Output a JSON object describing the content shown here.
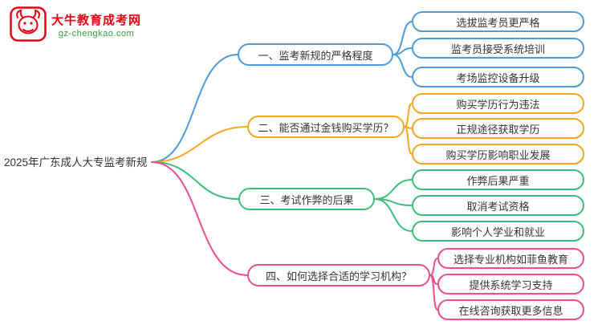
{
  "logo": {
    "site_name": "大牛教育成考网",
    "domain": "gz-chengkao.com",
    "brand_color": "#e60012",
    "domain_color": "#2e9e3a"
  },
  "root": {
    "label": "2025年广东成人大专监考新规"
  },
  "branches": [
    {
      "label": "一、监考新规的严格程度",
      "color": "#4d9bd8",
      "children": [
        {
          "label": "选拔监考员更严格"
        },
        {
          "label": "监考员接受系统培训"
        },
        {
          "label": "考场监控设备升级"
        }
      ]
    },
    {
      "label": "二、能否通过金钱购买学历？",
      "color": "#f5a623",
      "children": [
        {
          "label": "购买学历行为违法"
        },
        {
          "label": "正规途径获取学历"
        },
        {
          "label": "购买学历影响职业发展"
        }
      ]
    },
    {
      "label": "三、考试作弊的后果",
      "color": "#3ebd7a",
      "children": [
        {
          "label": "作弊后果严重"
        },
        {
          "label": "取消考试资格"
        },
        {
          "label": "影响个人学业和就业"
        }
      ]
    },
    {
      "label": "四、如何选择合适的学习机构？",
      "color": "#ec4e8d",
      "children": [
        {
          "label": "选择专业机构如菲鱼教育"
        },
        {
          "label": "提供系统学习支持"
        },
        {
          "label": "在线咨询获取更多信息"
        }
      ]
    }
  ]
}
